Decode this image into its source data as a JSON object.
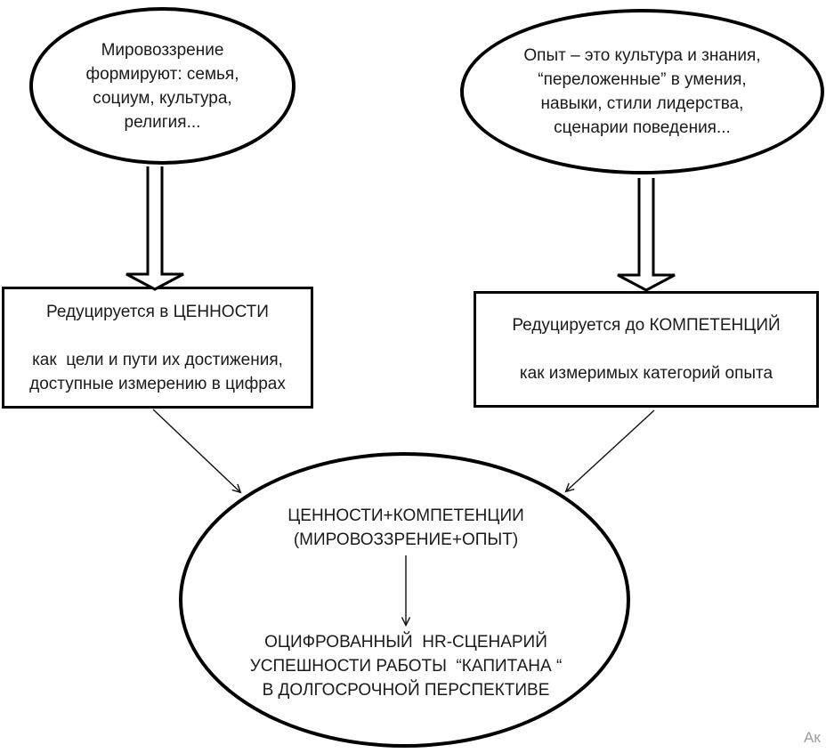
{
  "diagram": {
    "title": "Worldview and experience reduced to values and competencies flowchart",
    "nodes": {
      "worldview": {
        "shape": "ellipse",
        "text": "Мировоззрение\nформируют: семья,\nсоциум, культура,\nрелигия..."
      },
      "experience": {
        "shape": "ellipse",
        "text": "Опыт – это культура и знания,\n“переложенные” в умения,\nнавыки, стили лидерства,\nсценарии поведения..."
      },
      "values": {
        "shape": "rectangle",
        "text": "Редуцируется в ЦЕННОСТИ\n\nкак  цели и пути их достижения,\nдоступные измерению в цифрах"
      },
      "competencies": {
        "shape": "rectangle",
        "text": "Редуцируется до КОМПЕТЕНЦИЙ\n\nкак измеримых категорий опыта"
      },
      "result": {
        "shape": "ellipse",
        "text_top": "ЦЕННОСТИ+КОМПЕТЕНЦИИ\n(МИРОВОЗЗРЕНИЕ+ОПЫТ)",
        "text_bottom": "ОЦИФРОВАННЫЙ  HR-СЦЕНАРИЙ\nУСПЕШНОСТИ РАБОТЫ  “КАПИТАНА “\nВ ДОЛГОСРОЧНОЙ ПЕРСПЕКТИВЕ"
      }
    },
    "connectors": [
      {
        "from": "worldview",
        "to": "values",
        "style": "block-arrow"
      },
      {
        "from": "experience",
        "to": "competencies",
        "style": "block-arrow"
      },
      {
        "from": "values",
        "to": "result",
        "style": "thin-arrow"
      },
      {
        "from": "competencies",
        "to": "result",
        "style": "thin-arrow"
      },
      {
        "from": "result_top_text",
        "to": "result_bottom_text",
        "style": "thin-arrow"
      }
    ],
    "colors": {
      "background": "#ffffff",
      "stroke": "#000000",
      "text": "#1a1a1a",
      "watermark": "#9e9e9e"
    }
  },
  "watermark": {
    "text": "Ак"
  }
}
